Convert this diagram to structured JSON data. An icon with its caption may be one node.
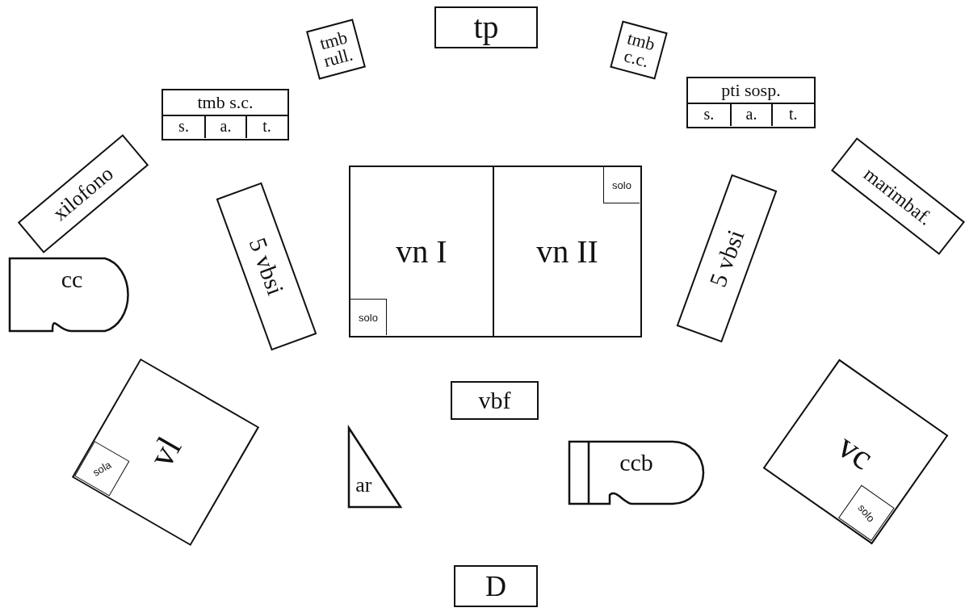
{
  "diagram": {
    "nodes": [
      {
        "text": [
          "tp"
        ]
      },
      {
        "text": [
          "tmb rull."
        ]
      },
      {
        "text": [
          "tmb c.c."
        ]
      },
      {
        "text": [
          "tmb s.c."
        ]
      },
      {
        "text": [
          "s."
        ],
        "in": 3
      },
      {
        "text": [
          "a."
        ],
        "in": 3
      },
      {
        "text": [
          "t."
        ],
        "in": 3
      },
      {
        "text": [
          "pti sosp."
        ]
      },
      {
        "text": [
          "s."
        ],
        "in": 7
      },
      {
        "text": [
          "a."
        ],
        "in": 7
      },
      {
        "text": [
          "t."
        ],
        "in": 7
      },
      {
        "text": [
          "xilofono"
        ]
      },
      {
        "text": [
          "marimbaf."
        ]
      },
      {
        "text": [
          "vn I"
        ]
      },
      {
        "text": [
          "solo"
        ],
        "in": 13
      },
      {
        "text": [
          "vn II"
        ]
      },
      {
        "text": [
          "solo"
        ],
        "in": 15
      },
      {
        "text": [
          "5 vbsi"
        ]
      },
      {
        "text": [
          "5 vbsi"
        ]
      },
      {
        "text": [
          "cc"
        ]
      },
      {
        "text": [
          "vl"
        ]
      },
      {
        "text": [
          "sola"
        ],
        "in": 20
      },
      {
        "text": [
          "vc"
        ]
      },
      {
        "text": [
          "solo"
        ],
        "in": 22
      },
      {
        "text": [
          "vbf"
        ]
      },
      {
        "text": [
          "ar"
        ]
      },
      {
        "text": [
          "ccb"
        ]
      },
      {
        "text": [
          "D"
        ]
      }
    ]
  }
}
